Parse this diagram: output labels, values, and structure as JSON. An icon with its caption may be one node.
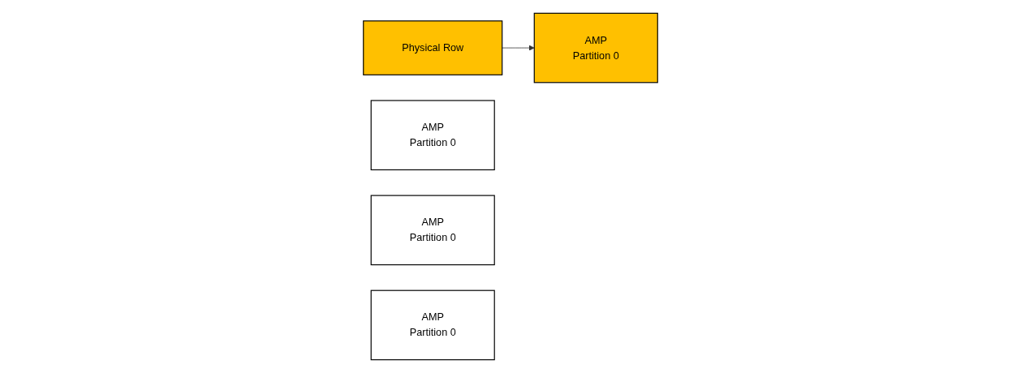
{
  "diagram": {
    "nodes": [
      {
        "text": [
          "Physical Row"
        ]
      },
      {
        "text": [
          "AMP",
          "Partition 0"
        ]
      },
      {
        "text": [
          "AMP",
          "Partition 0"
        ]
      },
      {
        "text": [
          "AMP",
          "Partition 0"
        ]
      },
      {
        "text": [
          "AMP",
          "Partition 0"
        ]
      }
    ],
    "edges": [
      {
        "from": 0,
        "to": 1,
        "arrow": "to"
      }
    ]
  }
}
